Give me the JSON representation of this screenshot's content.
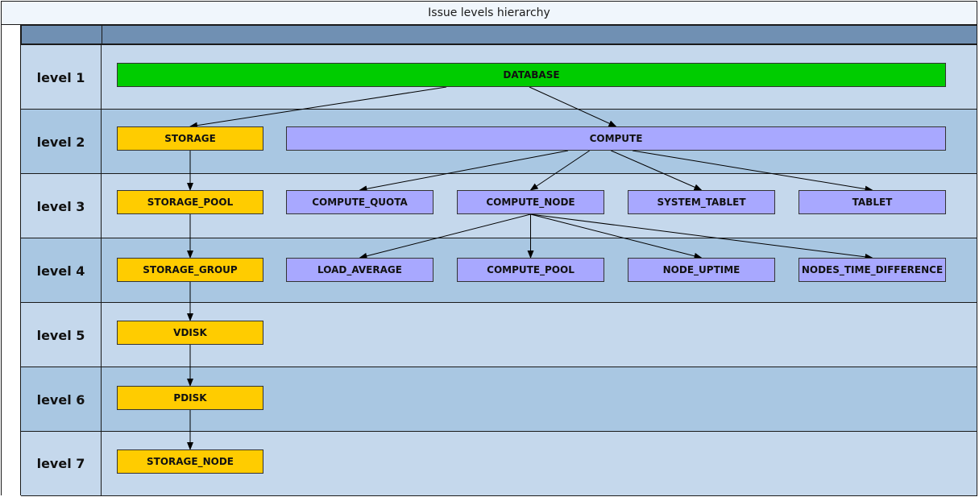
{
  "title": "Issue levels hierarchy",
  "levels": [
    "level 1",
    "level 2",
    "level 3",
    "level 4",
    "level 5",
    "level 6",
    "level 7"
  ],
  "nodes": {
    "database": "DATABASE",
    "storage": "STORAGE",
    "compute": "COMPUTE",
    "storage_pool": "STORAGE_POOL",
    "compute_quota": "COMPUTE_QUOTA",
    "compute_node": "COMPUTE_NODE",
    "system_tablet": "SYSTEM_TABLET",
    "tablet": "TABLET",
    "storage_group": "STORAGE_GROUP",
    "load_average": "LOAD_AVERAGE",
    "compute_pool": "COMPUTE_POOL",
    "node_uptime": "NODE_UPTIME",
    "nodes_time_difference": "NODES_TIME_DIFFERENCE",
    "vdisk": "VDISK",
    "pdisk": "PDISK",
    "storage_node": "STORAGE_NODE"
  },
  "edges": [
    [
      "database",
      "storage"
    ],
    [
      "database",
      "compute"
    ],
    [
      "storage",
      "storage_pool"
    ],
    [
      "compute",
      "compute_quota"
    ],
    [
      "compute",
      "compute_node"
    ],
    [
      "compute",
      "system_tablet"
    ],
    [
      "compute",
      "tablet"
    ],
    [
      "storage_pool",
      "storage_group"
    ],
    [
      "compute_node",
      "load_average"
    ],
    [
      "compute_node",
      "compute_pool"
    ],
    [
      "compute_node",
      "node_uptime"
    ],
    [
      "compute_node",
      "nodes_time_difference"
    ],
    [
      "storage_group",
      "vdisk"
    ],
    [
      "vdisk",
      "pdisk"
    ],
    [
      "pdisk",
      "storage_node"
    ]
  ],
  "colors": {
    "database": "#00cc00",
    "storage_branch": "#ffcc00",
    "compute_branch": "#a8a8ff",
    "row_light": "#c5d8ec",
    "row_dark": "#a9c7e2",
    "header": "#7090b3"
  }
}
